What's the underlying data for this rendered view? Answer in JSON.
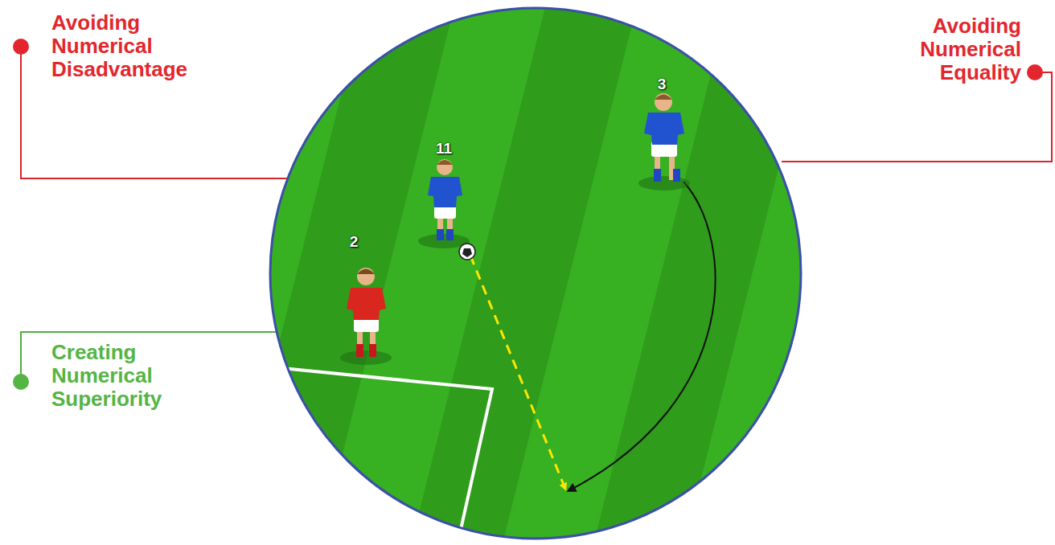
{
  "diagram": {
    "labels": [
      "Avoiding Numerical Disadvantage",
      "Avoiding Numerical Equality",
      "11",
      "3",
      "2",
      "Creating Numerical Superiority"
    ]
  }
}
